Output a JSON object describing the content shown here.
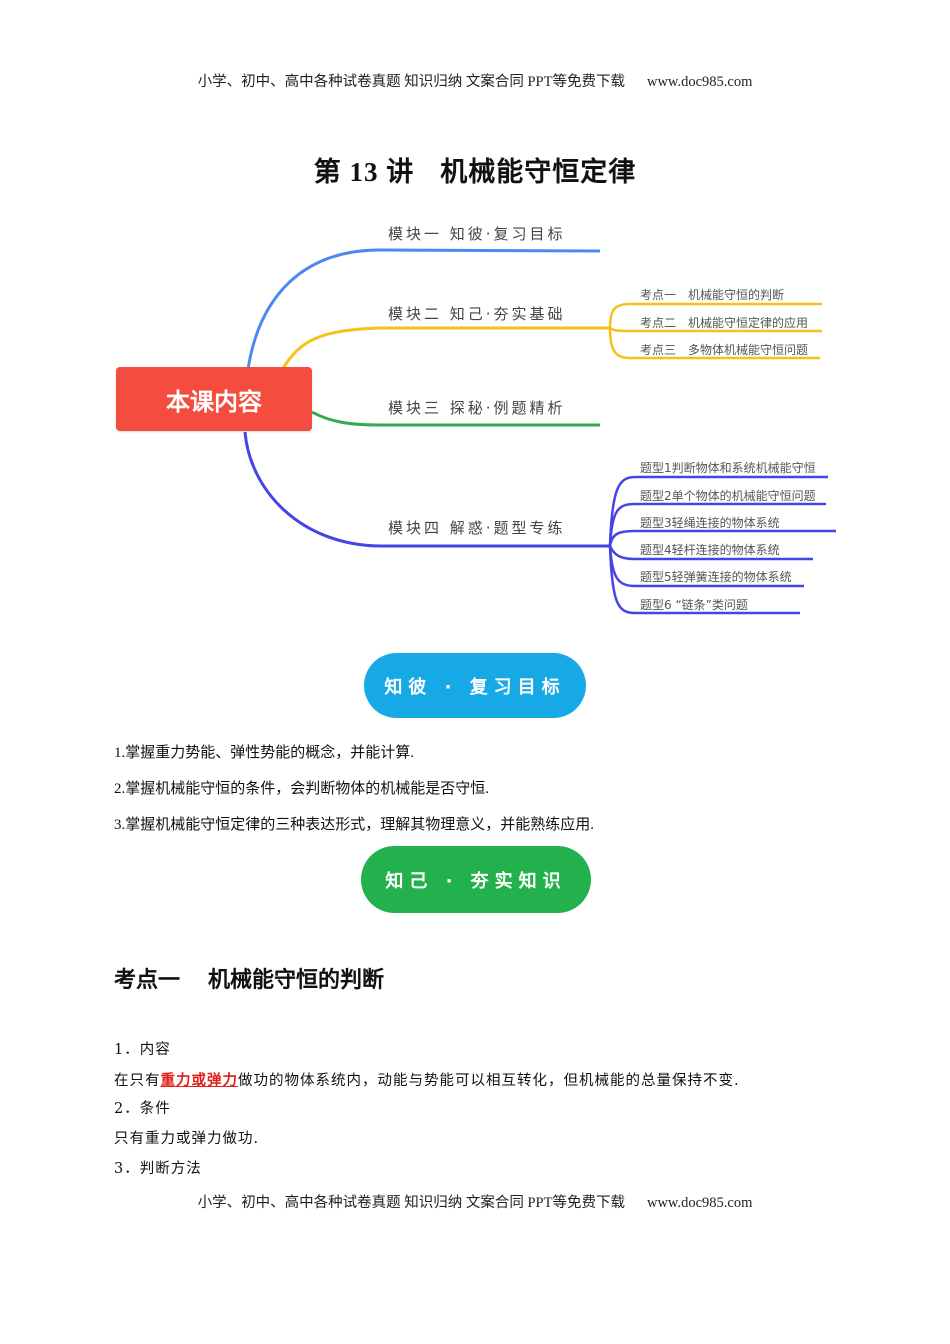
{
  "header": {
    "text": "小学、初中、高中各种试卷真题  知识归纳  文案合同  PPT等免费下载",
    "site": "www.doc985.com"
  },
  "footer": {
    "text": "小学、初中、高中各种试卷真题  知识归纳  文案合同  PPT等免费下载",
    "site": "www.doc985.com"
  },
  "title": {
    "lecture": "第 13 讲",
    "topic": "机械能守恒定律"
  },
  "mindmap": {
    "root": "本课内容",
    "colors": {
      "root": "#f44c3e",
      "m1": "#4a8af0",
      "m2": "#f5c21b",
      "m3": "#34a853",
      "m4": "#4545e6"
    },
    "modules": [
      {
        "label": "模块一  知彼·复习目标",
        "children": []
      },
      {
        "label": "模块二  知己·夯实基础",
        "children": [
          {
            "key": "考点一",
            "text": "机械能守恒的判断"
          },
          {
            "key": "考点二",
            "text": "机械能守恒定律的应用"
          },
          {
            "key": "考点三",
            "text": "多物体机械能守恒问题"
          }
        ]
      },
      {
        "label": "模块三  探秘·例题精析",
        "children": []
      },
      {
        "label": "模块四 解惑·题型专练",
        "children": [
          {
            "text": "题型1判断物体和系统机械能守恒"
          },
          {
            "text": "题型2单个物体的机械能守恒问题"
          },
          {
            "text": "题型3轻绳连接的物体系统"
          },
          {
            "text": "题型4轻杆连接的物体系统"
          },
          {
            "text": "题型5轻弹簧连接的物体系统"
          },
          {
            "text": "题型6 “链条”类问题"
          }
        ]
      }
    ]
  },
  "banners": {
    "review": {
      "label": "知彼 · 复习目标",
      "color": "#17a9e6"
    },
    "basics": {
      "label": "知己 · 夯实知识",
      "color": "#23b14d"
    }
  },
  "goals": [
    "1.掌握重力势能、弹性势能的概念，并能计算.",
    "2.掌握机械能守恒的条件，会判断物体的机械能是否守恒.",
    "3.掌握机械能守恒定律的三种表达形式，理解其物理意义，并能熟练应用."
  ],
  "section": {
    "key": "考点一",
    "title": "机械能守恒的判断",
    "items": {
      "content_heading": "1．内容",
      "content_pre": "在只有",
      "content_highlight": "重力或弹力",
      "content_post": "做功的物体系统内，动能与势能可以相互转化，但机械能的总量保持不变.",
      "condition_heading": "2．条件",
      "condition_text": "只有重力或弹力做功.",
      "method_heading": "3．判断方法"
    }
  }
}
